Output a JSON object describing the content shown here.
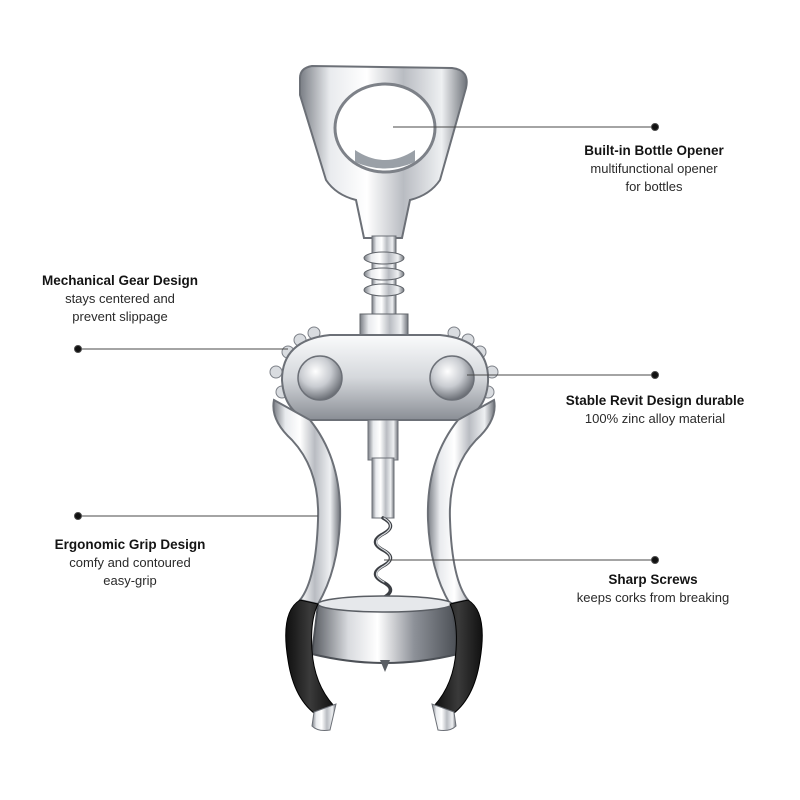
{
  "colors": {
    "background": "#ffffff",
    "leader_line": "#4a4a4a",
    "chrome_light": "#f2f3f5",
    "chrome_mid": "#c4c7cc",
    "chrome_dark": "#6d7178",
    "grip": "#202020"
  },
  "product": {
    "name_icon": "wing-corkscrew-image"
  },
  "callouts": [
    {
      "id": "bottle-opener",
      "title": "Built-in Bottle Opener",
      "description": "multifunctional opener\nfor bottles"
    },
    {
      "id": "gear",
      "title": "Mechanical Gear Design",
      "description": "stays centered and\nprevent slippage"
    },
    {
      "id": "rivet",
      "title": "Stable Revit Design  durable",
      "description": "100% zinc alloy material"
    },
    {
      "id": "grip",
      "title": "Ergonomic Grip Design",
      "description": "comfy and contoured\neasy-grip"
    },
    {
      "id": "screws",
      "title": "Sharp Screws",
      "description": "keeps corks from breaking"
    }
  ]
}
